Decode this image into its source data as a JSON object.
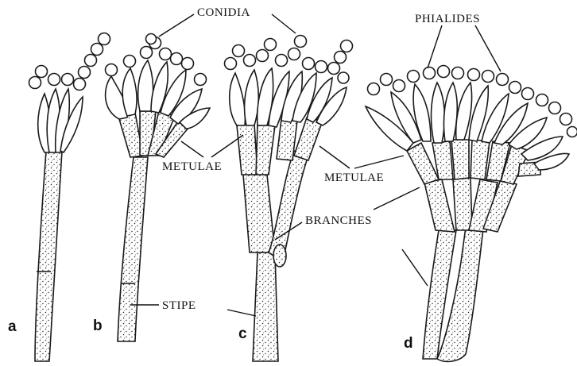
{
  "labels": {
    "conidia": "CONIDIA",
    "phialides": "PHIALIDES",
    "metulae_left": "METULAE",
    "metulae_right": "METULAE",
    "branches": "BRANCHES",
    "stipe": "STIPE"
  },
  "panel_letters": {
    "a": "a",
    "b": "b",
    "c": "c",
    "d": "d"
  },
  "colors": {
    "ink": "#111111",
    "background": "#ffffff"
  }
}
